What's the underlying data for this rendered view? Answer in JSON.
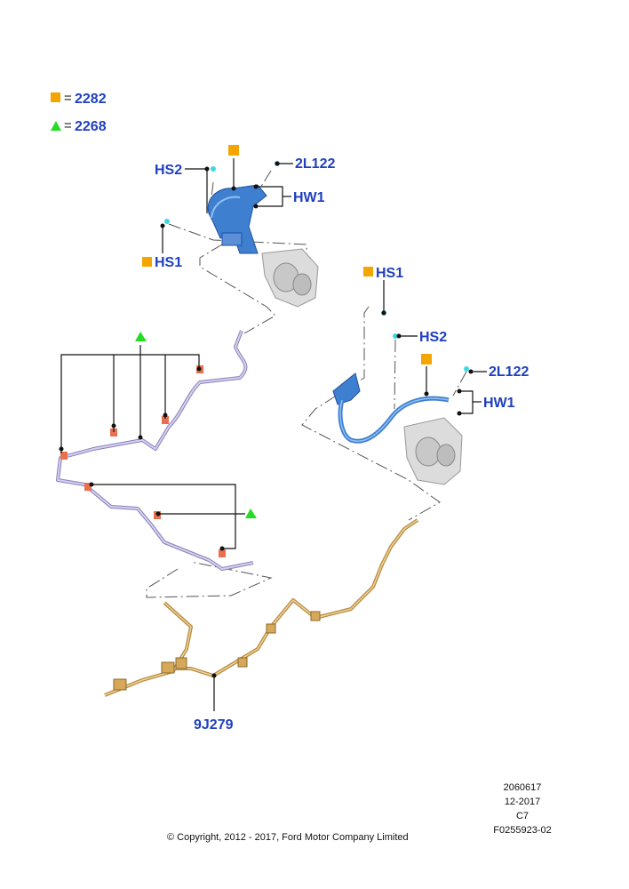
{
  "legend": [
    {
      "symbol": "square",
      "color": "#f5a500",
      "eq": "=",
      "value": "2282"
    },
    {
      "symbol": "triangle",
      "color": "#22dd22",
      "eq": "=",
      "value": "2268"
    }
  ],
  "callouts": {
    "left_hs2": "HS2",
    "left_2l122": "2L122",
    "left_hw1": "HW1",
    "left_hs1": "HS1",
    "right_hs1": "HS1",
    "right_hs2": "HS2",
    "right_2l122": "2L122",
    "right_hw1": "HW1",
    "tube_9j279": "9J279"
  },
  "colors": {
    "label_blue": "#1f3fbf",
    "bracket_blue": "#3f7fd0",
    "tube_violet": "#b0a8d8",
    "tube_gold": "#d8a85a",
    "clip_red": "#e87050",
    "fitting_cyan": "#40d8e0",
    "caliper_gray": "#d8d8d8"
  },
  "meta": {
    "code": "2060617",
    "date": "12-2017",
    "rev": "C7",
    "figure": "F0255923-02",
    "copyright": "© Copyright, 2012 - 2017, Ford Motor Company Limited"
  }
}
